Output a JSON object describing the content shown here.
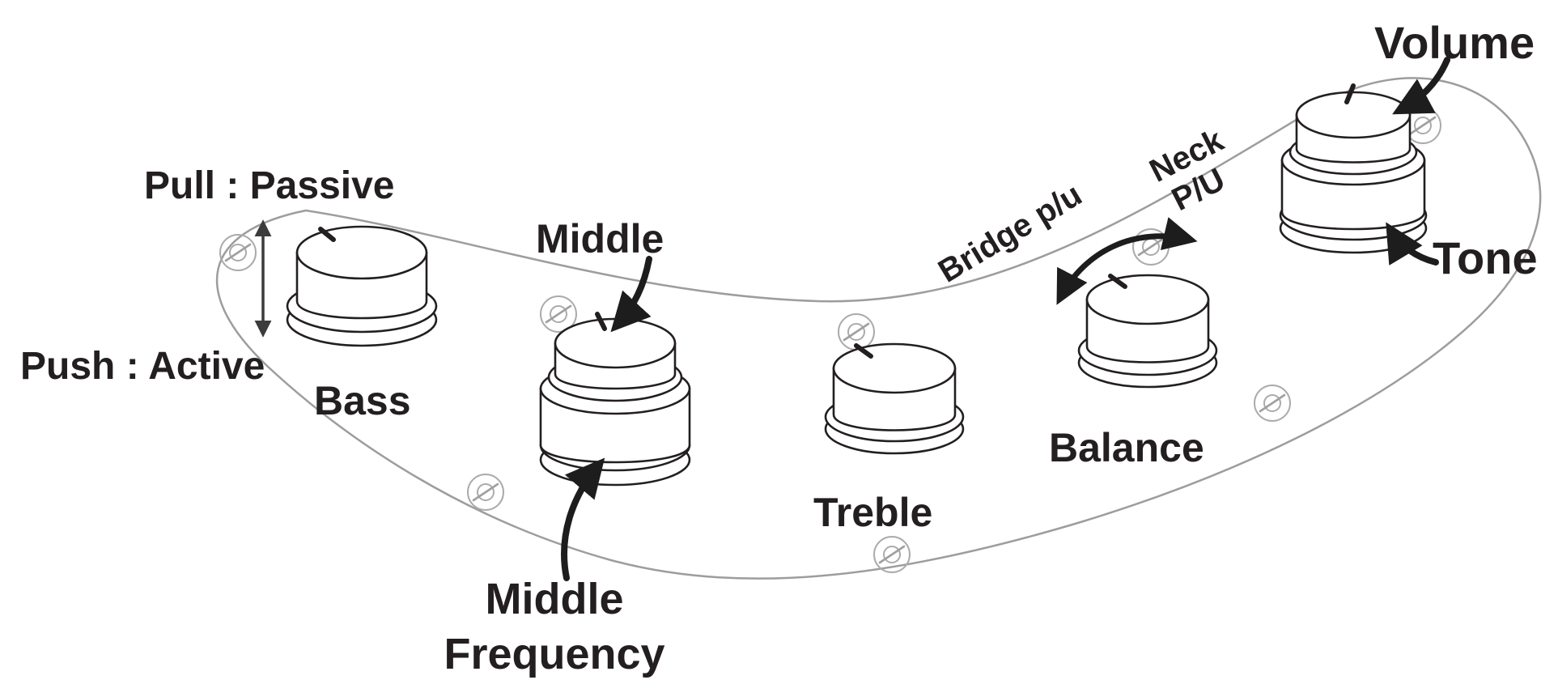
{
  "diagram": {
    "labels": {
      "pull_passive": "Pull : Passive",
      "push_active": "Push : Active",
      "bass": "Bass",
      "middle": "Middle",
      "middle_frequency_line1": "Middle",
      "middle_frequency_line2": "Frequency",
      "treble": "Treble",
      "balance": "Balance",
      "bridge_pickup": "Bridge p/u",
      "neck_pickup_line1": "Neck",
      "neck_pickup_line2": "P/U",
      "volume": "Volume",
      "tone": "Tone"
    },
    "knobs": [
      {
        "name": "bass",
        "label": "Bass",
        "pull": "Passive",
        "push": "Active"
      },
      {
        "name": "middle",
        "label": "Middle",
        "stacked_with": "Middle Frequency"
      },
      {
        "name": "middle-frequency",
        "label": "Middle Frequency"
      },
      {
        "name": "treble",
        "label": "Treble"
      },
      {
        "name": "balance",
        "label": "Balance",
        "rotate_left": "Bridge p/u",
        "rotate_right": "Neck P/U"
      },
      {
        "name": "volume",
        "label": "Volume",
        "stacked_with": "Tone"
      },
      {
        "name": "tone",
        "label": "Tone"
      }
    ],
    "screw_count": 8,
    "colors": {
      "ink": "#231f20",
      "arrow": "#1d1d1d",
      "plate_outline": "#9d9d9d",
      "screw": "#ababab",
      "background": "#ffffff"
    }
  }
}
